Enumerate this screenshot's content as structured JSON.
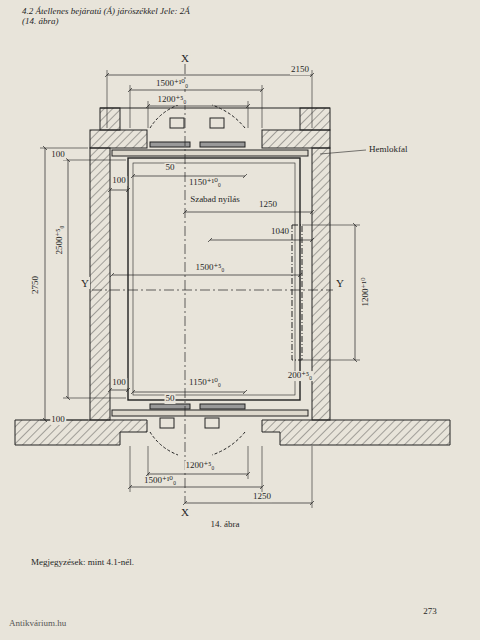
{
  "diagram": {
    "title": "4.2 Átellenes bejáratú (Á) járószékkel Jele: 2Á (14. ábra)",
    "caption": "14. ábra",
    "labels": [
      "X",
      "2150",
      "1500⁺¹⁰₀",
      "1200⁺⁵₀",
      "100",
      "50",
      "100",
      "1150⁺¹⁰₀",
      "Hemlokfal",
      "Szabad nyílás",
      "1250",
      "1040",
      "2750",
      "2500⁺⁵₀",
      "Y",
      "Y",
      "1200⁺¹⁰",
      "1500⁺⁵₀",
      "100",
      "1150⁺¹⁰₀",
      "50",
      "200⁺⁵₀",
      "100",
      "1200⁺⁵₀",
      "1500⁺¹⁰₀",
      "1250",
      "X",
      "Megjegyzések: mint 4.1-nél.",
      "273",
      "Antikvárium.hu"
    ]
  }
}
